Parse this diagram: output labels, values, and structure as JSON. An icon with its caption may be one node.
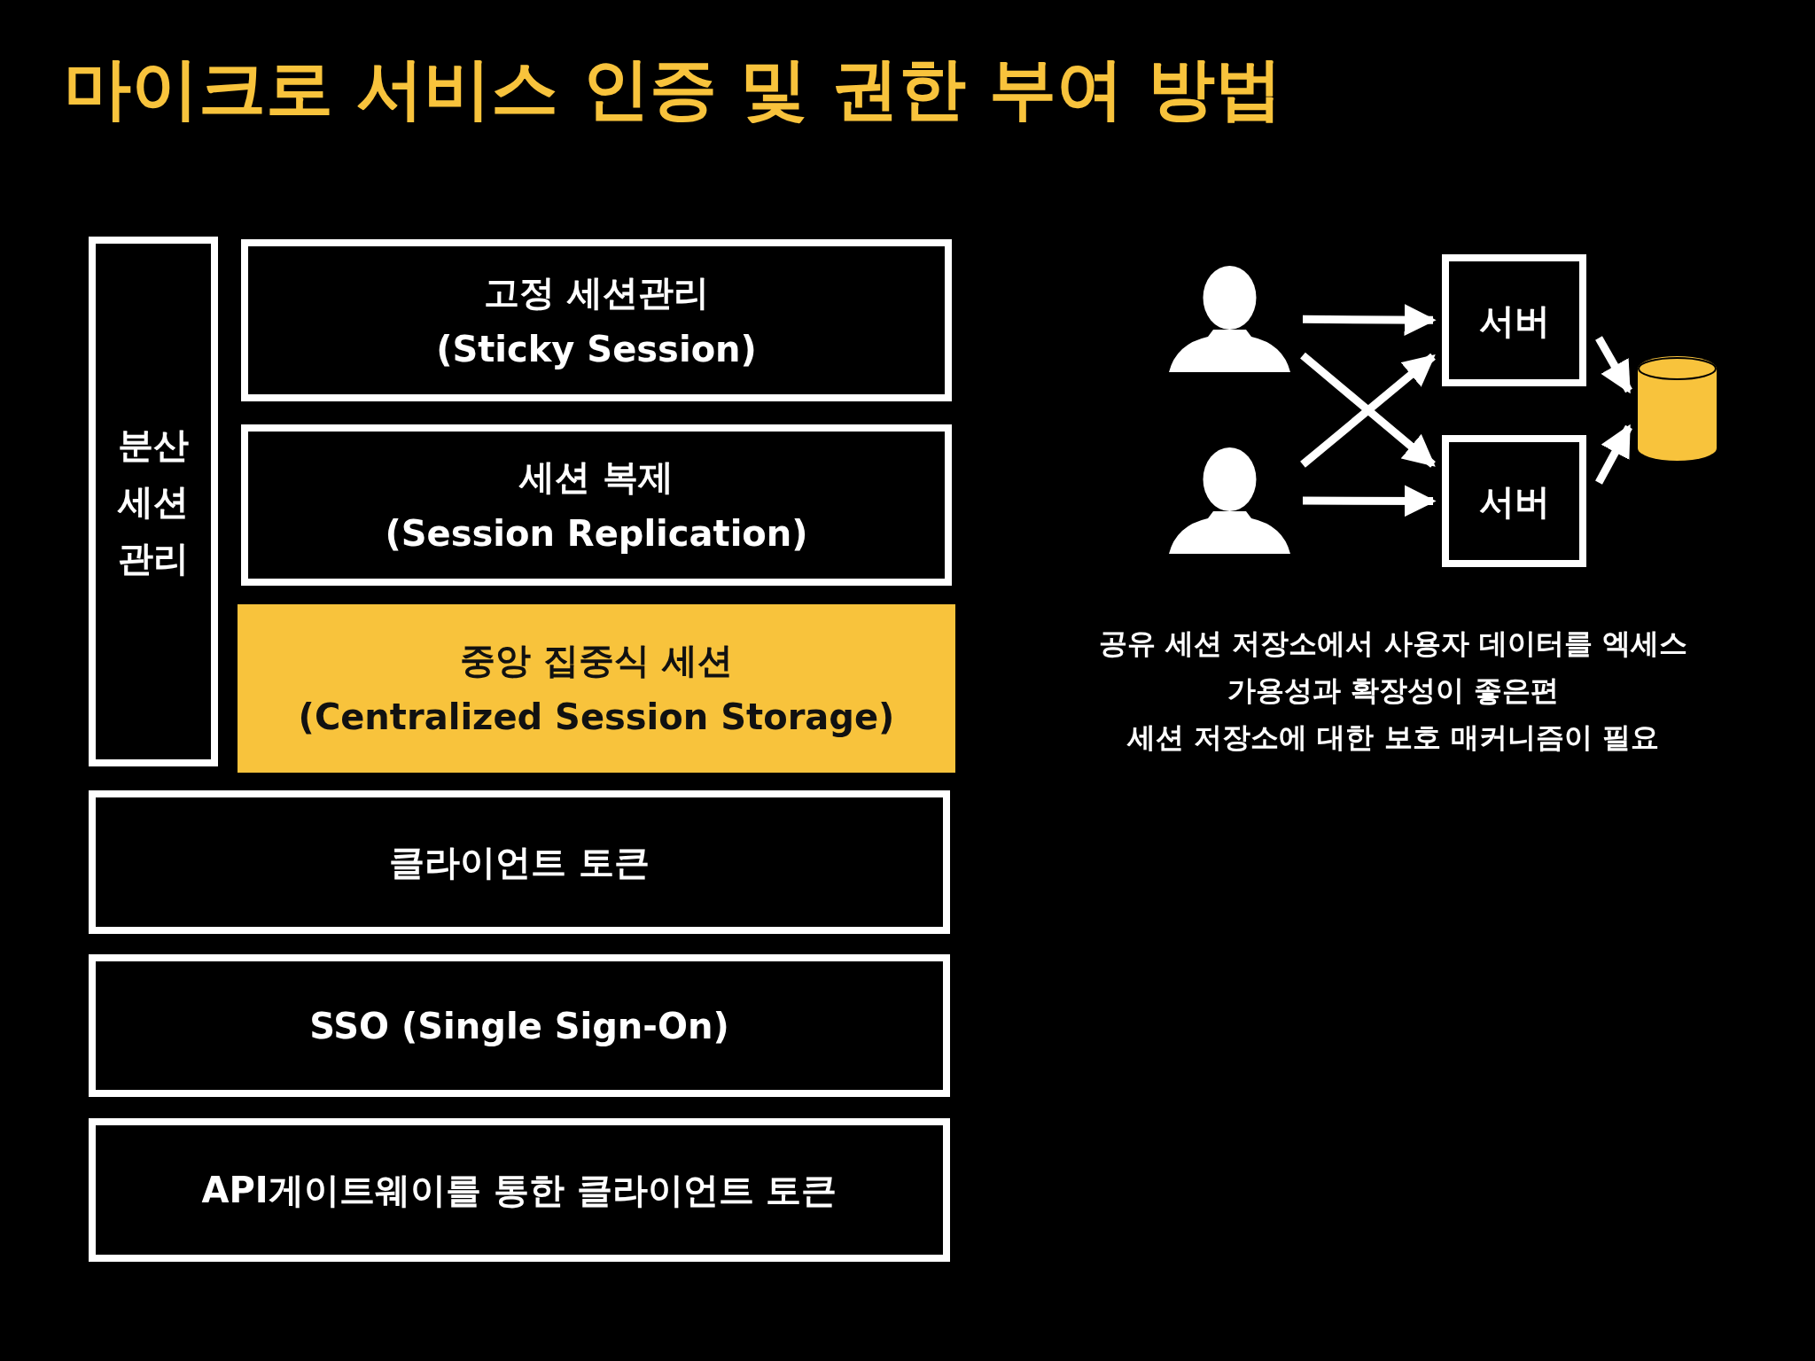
{
  "diagram": {
    "title": "마이크로 서비스 인증 및 권한 부여 방법",
    "nodes": [
      {
        "text": [
          "분산 세션 관리"
        ]
      },
      {
        "text": [
          "고정 세션관리",
          "(Sticky Session)"
        ]
      },
      {
        "text": [
          "세션 복제",
          "(Session Replication)"
        ]
      },
      {
        "text": [
          "중앙 집중식 세션",
          "(Centralized Session Storage)"
        ]
      },
      {
        "text": [
          "클라이언트 토큰"
        ]
      },
      {
        "text": [
          "SSO (Single Sign-On)"
        ]
      },
      {
        "text": [
          "API게이트웨이를 통한 클라이언트 토큰"
        ]
      },
      {
        "text": [],
        "shape": "person"
      },
      {
        "text": [],
        "shape": "person"
      },
      {
        "text": [
          "서버"
        ]
      },
      {
        "text": [
          "서버"
        ]
      },
      {
        "text": [],
        "shape": "cylinder"
      }
    ],
    "edges": [
      {
        "from": 7,
        "to": 9,
        "arrow": "to"
      },
      {
        "from": 7,
        "to": 10,
        "arrow": "to"
      },
      {
        "from": 8,
        "to": 9,
        "arrow": "to"
      },
      {
        "from": 8,
        "to": 10,
        "arrow": "to"
      },
      {
        "from": 9,
        "to": 11,
        "arrow": "to"
      },
      {
        "from": 10,
        "to": 11,
        "arrow": "to"
      }
    ],
    "labels": [
      "공유 세션 저장소에서 사용자 데이터를 엑세스",
      "가용성과 확장성이 좋은편",
      "세션 저장소에 대한 보호 매커니즘이 필요"
    ]
  }
}
